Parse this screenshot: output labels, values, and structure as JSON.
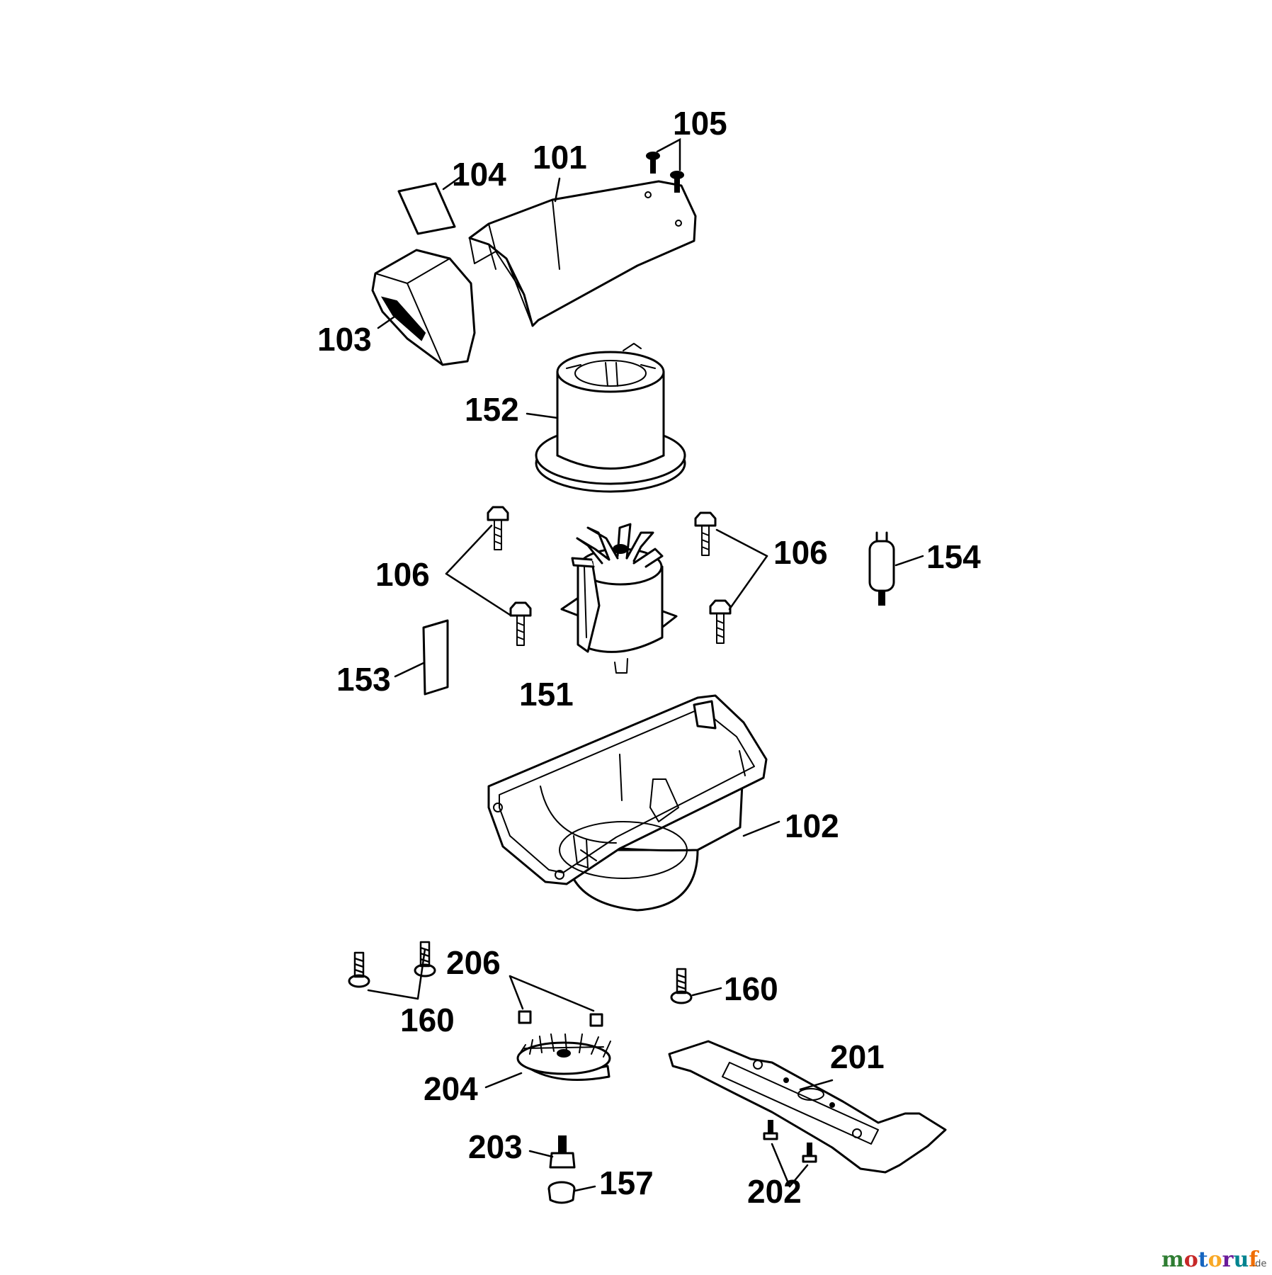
{
  "labels": {
    "p101": "101",
    "p102": "102",
    "p103": "103",
    "p104": "104",
    "p105": "105",
    "p106a": "106",
    "p106b": "106",
    "p151": "151",
    "p152": "152",
    "p153": "153",
    "p154": "154",
    "p157": "157",
    "p160a": "160",
    "p160b": "160",
    "p201": "201",
    "p202": "202",
    "p203": "203",
    "p204": "204",
    "p206": "206"
  },
  "watermark": {
    "brand": "motoruf",
    "suffix": ".de",
    "colors": [
      "#2e7d32",
      "#c62828",
      "#1565c0",
      "#f9a825",
      "#6a1b9a",
      "#00838f",
      "#ef6c00"
    ]
  }
}
